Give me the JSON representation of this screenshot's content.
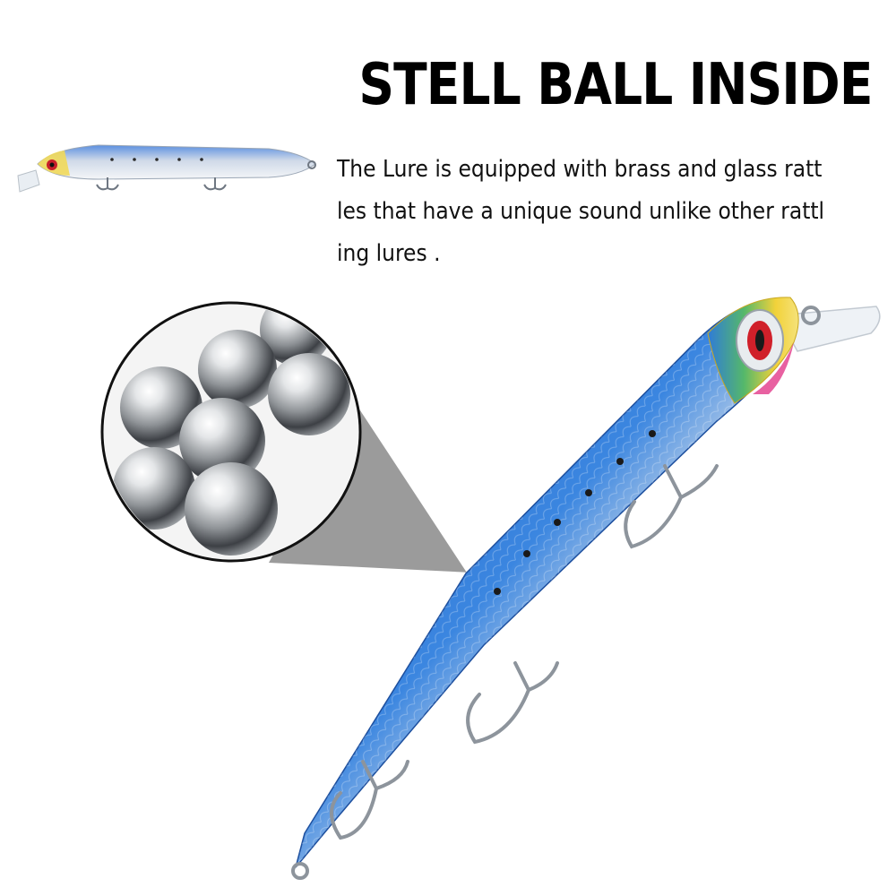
{
  "headline": "STELL BALL INSIDE",
  "description_lines": [
    "The Lure is equipped with brass and glass ratt",
    "les that have a unique sound unlike other rattl",
    "ing lures ."
  ],
  "colors": {
    "background": "#ffffff",
    "headline": "#000000",
    "text": "#111111",
    "lure_blue": "#2a6fd0",
    "lure_belly": "#e9edf1",
    "lure_head_yellow": "#f2d23a",
    "lure_eye": "#d0202a",
    "callout_shadow": "#8a8a8a",
    "steel": "#b9bcc0"
  },
  "icons": {
    "zoom_callout": "steel-ball-zoom-circle",
    "main_product": "fishing-lure",
    "thumbnail": "fishing-lure-side-view"
  }
}
